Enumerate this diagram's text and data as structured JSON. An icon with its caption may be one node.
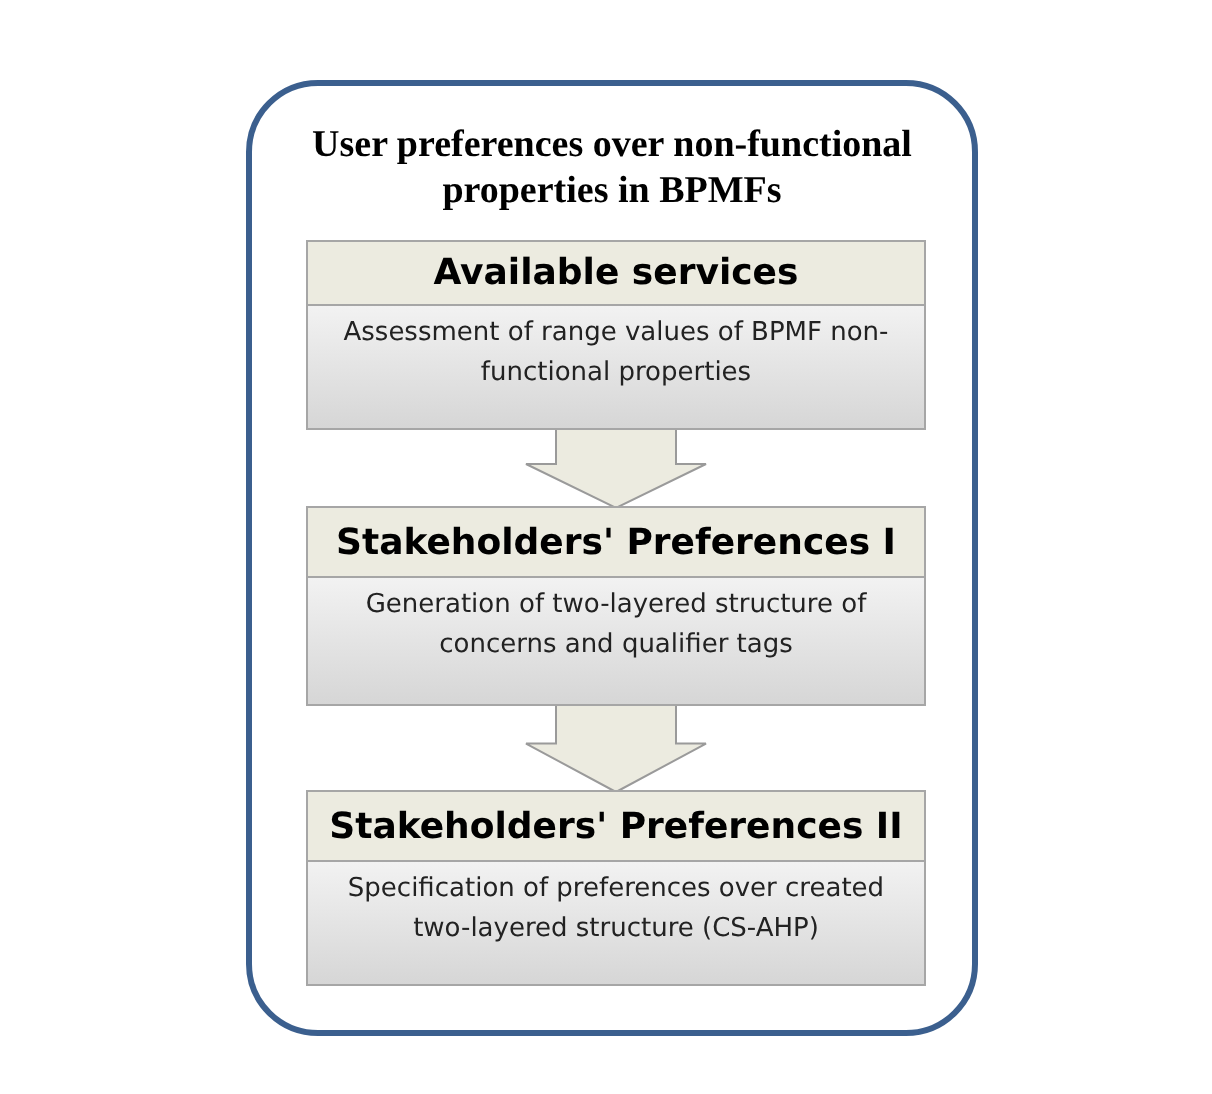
{
  "diagram": {
    "nodes": [
      {
        "text": [
          "User preferences over non-functional properties in BPMFs"
        ]
      },
      {
        "text": [
          "Available services",
          "Assessment of range values of BPMF non-functional properties"
        ],
        "in": 0
      },
      {
        "text": [
          "Stakeholders' Preferences I",
          "Generation of two-layered structure of concerns and qualifier tags"
        ],
        "in": 0
      },
      {
        "text": [
          "Stakeholders'  Preferences II",
          "Specification of preferences over created two-layered structure (CS-AHP)"
        ],
        "in": 0
      }
    ],
    "edges": [
      {
        "from": 1,
        "to": 2,
        "arrow": "to"
      },
      {
        "from": 2,
        "to": 3,
        "arrow": "to"
      }
    ]
  }
}
